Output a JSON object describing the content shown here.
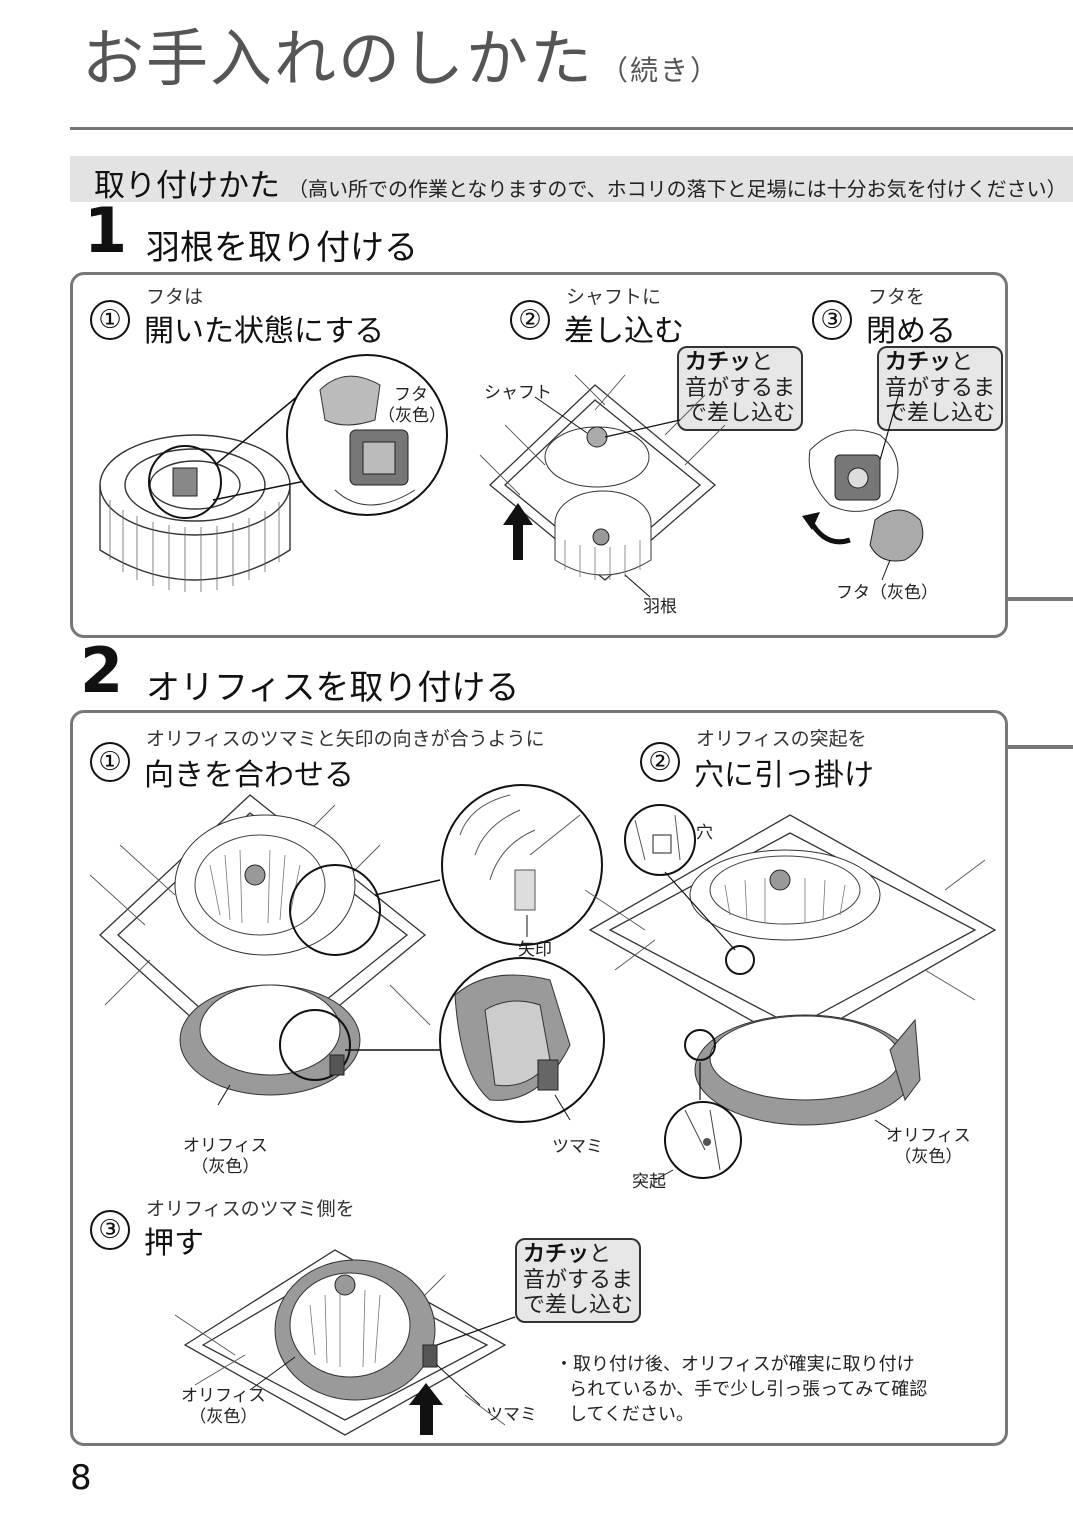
{
  "header": {
    "title": "お手入れのしかた",
    "subtitle": "（続き）"
  },
  "section": {
    "title": "取り付けかた",
    "note": "（高い所での作業となりますので、ホコリの落下と足場には十分お気を付けください）"
  },
  "step1": {
    "number": "1",
    "title": "羽根を取り付ける",
    "sub1": {
      "num": "①",
      "small": "フタは",
      "big": "開いた状態にする",
      "label_lid": "フタ",
      "label_lid_color": "（灰色）"
    },
    "sub2": {
      "num": "②",
      "small": "シャフトに",
      "big": "差し込む",
      "label_shaft": "シャフト",
      "label_fan": "羽根",
      "callout_bold": "カチッ",
      "callout_rest1": "と",
      "callout_line2": "音がするま",
      "callout_line3": "で差し込む"
    },
    "sub3": {
      "num": "③",
      "small": "フタを",
      "big": "閉める",
      "label_lid": "フタ（灰色）",
      "callout_bold": "カチッ",
      "callout_rest1": "と",
      "callout_line2": "音がするま",
      "callout_line3": "で差し込む"
    }
  },
  "step2": {
    "number": "2",
    "title": "オリフィスを取り付ける",
    "sub1": {
      "num": "①",
      "small": "オリフィスのツマミと矢印の向きが合うように",
      "big": "向きを合わせる",
      "label_arrow": "矢印",
      "label_orifice": "オリフィス",
      "label_orifice_color": "（灰色）",
      "label_knob": "ツマミ"
    },
    "sub2": {
      "num": "②",
      "small": "オリフィスの突起を",
      "big": "穴に引っ掛け",
      "label_hole": "穴",
      "label_protrusion": "突起",
      "label_orifice": "オリフィス",
      "label_orifice_color": "（灰色）"
    },
    "sub3": {
      "num": "③",
      "small": "オリフィスのツマミ側を",
      "big": "押す",
      "label_orifice": "オリフィス",
      "label_orifice_color": "（灰色）",
      "label_knob": "ツマミ",
      "callout_bold": "カチッ",
      "callout_rest1": "と",
      "callout_line2": "音がするま",
      "callout_line3": "で差し込む",
      "note_line1": "・取り付け後、オリフィスが確実に取り付け",
      "note_line2": "られているか、手で少し引っ張ってみて確認",
      "note_line3": "してください。"
    }
  },
  "page_number": "8",
  "colors": {
    "panel_border": "#777777",
    "band": "#e3e3e3",
    "callout_bg": "#e6e6e6",
    "orifice_gray": "#9a9a9a"
  }
}
